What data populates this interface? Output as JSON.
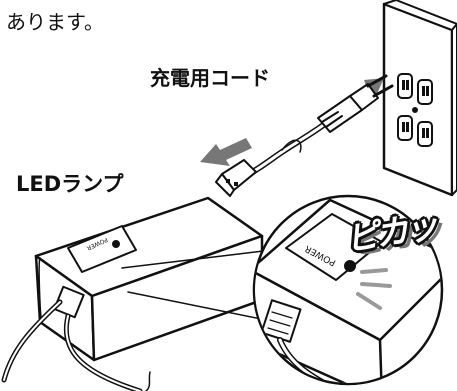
{
  "texts": {
    "intro": "あります。",
    "cord_label": "充電用コード",
    "led_label": "LEDランプ",
    "flash": "ピカッ",
    "power_small": "POWER",
    "power_zoom": "POWER"
  },
  "colors": {
    "line": "#111111",
    "arrow_fill": "#777777",
    "background": "#ffffff"
  }
}
